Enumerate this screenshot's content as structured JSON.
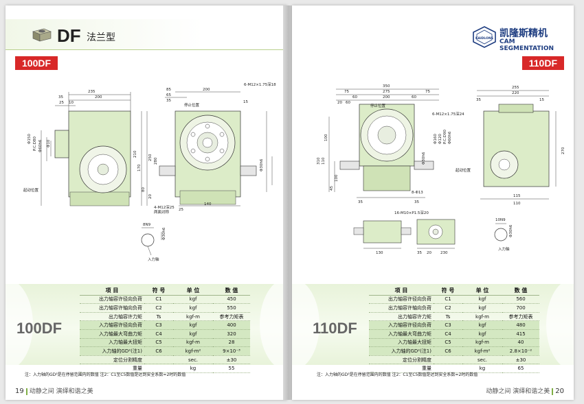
{
  "left_page": {
    "series_code": "DF",
    "series_name": "法兰型",
    "model": "100DF",
    "model_large": "100DF",
    "page_number": "19",
    "footer_text": "动静之间 演绎和谐之美",
    "note": "注：入力轴的GD²是在停留范围内的数值  注2：C1至C5数值是达到安全系数=2时的数值",
    "drawing": {
      "top_dims": [
        "235",
        "35",
        "200",
        "25",
        "10",
        "85",
        "65",
        "35",
        "200",
        "15"
      ],
      "left_dims": [
        "Φ150",
        "P.C.D80",
        "Φ60h6",
        "Φ10",
        "210",
        "170",
        "80",
        "250",
        "280",
        "20"
      ],
      "labels": [
        "停止位置",
        "起动位置",
        "6-M12×1.75深18",
        "4-M12深25",
        "两面对称",
        "Φ30h6",
        "140",
        "25",
        "8N9",
        "Φ30h6",
        "入力轴"
      ]
    },
    "table": {
      "headers": [
        "项 目",
        "符 号",
        "单 位",
        "数 值"
      ],
      "rows": [
        {
          "item": "出力轴容许径向负荷",
          "sym": "C1",
          "unit": "kgf",
          "val": "450",
          "hi": false
        },
        {
          "item": "出力轴容许轴向负荷",
          "sym": "C2",
          "unit": "kgf",
          "val": "550",
          "hi": false
        },
        {
          "item": "出力轴容许力矩",
          "sym": "Ts",
          "unit": "kgf-m",
          "val": "参考力矩表",
          "hi": false
        },
        {
          "item": "入力轴容许径向负荷",
          "sym": "C3",
          "unit": "kgf",
          "val": "400",
          "hi": true
        },
        {
          "item": "入力轴最大弯曲力矩",
          "sym": "C4",
          "unit": "kgf",
          "val": "320",
          "hi": true
        },
        {
          "item": "入力轴最大扭矩",
          "sym": "C5",
          "unit": "kgf-m",
          "val": "28",
          "hi": true
        },
        {
          "item": "入力轴的GD²(注1)",
          "sym": "C6",
          "unit": "kgf-m²",
          "val": "9×10⁻³",
          "hi": true
        },
        {
          "item": "定位分割精度",
          "sym": "",
          "unit": "sec.",
          "val": "±30",
          "hi": false
        },
        {
          "item": "重量",
          "sym": "",
          "unit": "kg",
          "val": "55",
          "hi": false
        }
      ]
    }
  },
  "right_page": {
    "model": "110DF",
    "model_large": "110DF",
    "page_number": "20",
    "footer_text": "动静之间 演绎和谐之美",
    "logo_cn": "凯隆斯精机",
    "logo_en": "CAM SEGMENTATION",
    "logo_badge": "KAIDLONS",
    "note": "注：入力轴的GD²是在停留范围内的数值  注2：C1至C5数值是达到安全系数=2时的数值",
    "drawing": {
      "top_dims": [
        "350",
        "75",
        "275",
        "60",
        "200",
        "60",
        "75",
        "20",
        "60",
        "255",
        "220",
        "35",
        "15"
      ],
      "left_dims": [
        "100",
        "310",
        "110",
        "45",
        "100",
        "35",
        "35"
      ],
      "labels": [
        "停止位置",
        "6-M12×1.75深24",
        "Φ160",
        "Φ120",
        "P.C.D90",
        "Φ60h6",
        "Φ30h6",
        "起动位置",
        "8-Φ13",
        "270",
        "115",
        "110",
        "16-M10×P1.5深20",
        "130",
        "35",
        "20",
        "230",
        "10N9",
        "Φ30h6",
        "入力轴"
      ]
    },
    "table": {
      "headers": [
        "项 目",
        "符 号",
        "单 位",
        "数 值"
      ],
      "rows": [
        {
          "item": "出力轴容许径向负荷",
          "sym": "C1",
          "unit": "kgf",
          "val": "560",
          "hi": false
        },
        {
          "item": "出力轴容许轴向负荷",
          "sym": "C2",
          "unit": "kgf",
          "val": "700",
          "hi": false
        },
        {
          "item": "出力轴容许力矩",
          "sym": "Ts",
          "unit": "kgf-m",
          "val": "参考力矩表",
          "hi": false
        },
        {
          "item": "入力轴容许径向负荷",
          "sym": "C3",
          "unit": "kgf",
          "val": "480",
          "hi": true
        },
        {
          "item": "入力轴最大弯曲力矩",
          "sym": "C4",
          "unit": "kgf",
          "val": "415",
          "hi": true
        },
        {
          "item": "入力轴最大扭矩",
          "sym": "C5",
          "unit": "kgf-m",
          "val": "40",
          "hi": true
        },
        {
          "item": "入力轴的GD²(注1)",
          "sym": "C6",
          "unit": "kgf-m²",
          "val": "2.8×10⁻²",
          "hi": true
        },
        {
          "item": "定位分割精度",
          "sym": "",
          "unit": "sec.",
          "val": "±30",
          "hi": false
        },
        {
          "item": "重量",
          "sym": "",
          "unit": "kg",
          "val": "65",
          "hi": false
        }
      ]
    }
  },
  "colors": {
    "accent_red": "#d82828",
    "body_green": "#d8ecc4",
    "line_green": "#7fae44",
    "logo_blue": "#1d3c80"
  }
}
